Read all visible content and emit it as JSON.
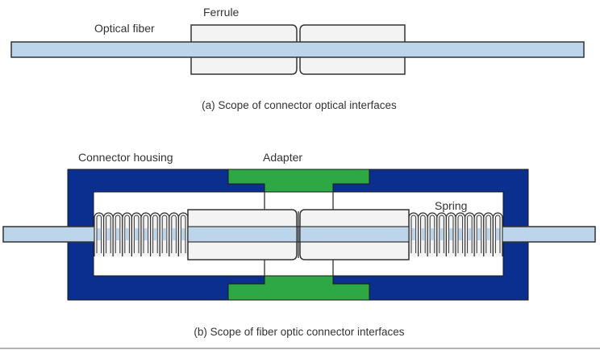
{
  "diagram": {
    "colors": {
      "fiber": "#bcd5ea",
      "ferrule": "#f3f3f3",
      "housing": "#0a2f8f",
      "adapter": "#2ea845",
      "stroke": "#333333",
      "bottom_rule": "#888888"
    },
    "part_a": {
      "labels": {
        "optical_fiber": "Optical fiber",
        "ferrule": "Ferrule"
      },
      "caption": "(a) Scope of connector optical interfaces"
    },
    "part_b": {
      "labels": {
        "connector_housing": "Connector housing",
        "adapter": "Adapter",
        "spring": "Spring"
      },
      "caption": "(b) Scope of fiber optic connector interfaces"
    }
  }
}
